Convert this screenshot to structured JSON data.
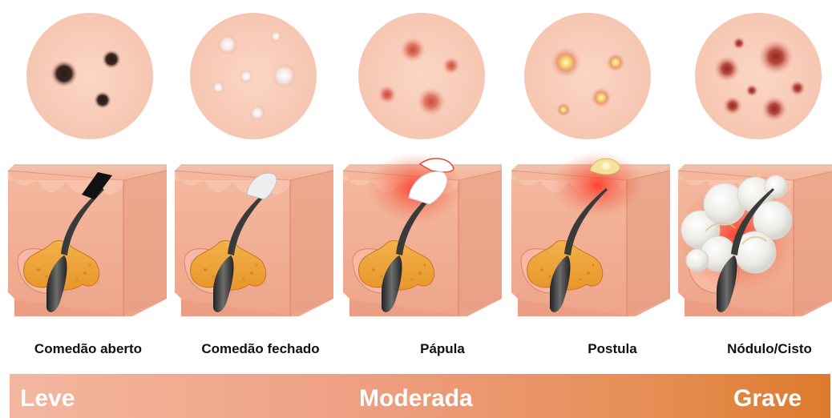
{
  "stages": [
    {
      "label": "Comedão aberto",
      "icon": "open-comedone-icon"
    },
    {
      "label": "Comedão fechado",
      "icon": "closed-comedone-icon"
    },
    {
      "label": "Pápula",
      "icon": "papule-icon"
    },
    {
      "label": "Postula",
      "icon": "pustule-icon"
    },
    {
      "label": "Nódulo/Cisto",
      "icon": "nodule-cyst-icon"
    }
  ],
  "severity": {
    "low": "Leve",
    "mid": "Moderada",
    "high": "Grave"
  },
  "colors": {
    "skin": "#f6c9b5",
    "skin_dark": "#e9a08a",
    "gland": "#f0a83a",
    "hair": "#3a3a3a",
    "inflamed": "#e23a2a",
    "scale_start": "#f3b7a0",
    "scale_end": "#dd7a2c"
  }
}
